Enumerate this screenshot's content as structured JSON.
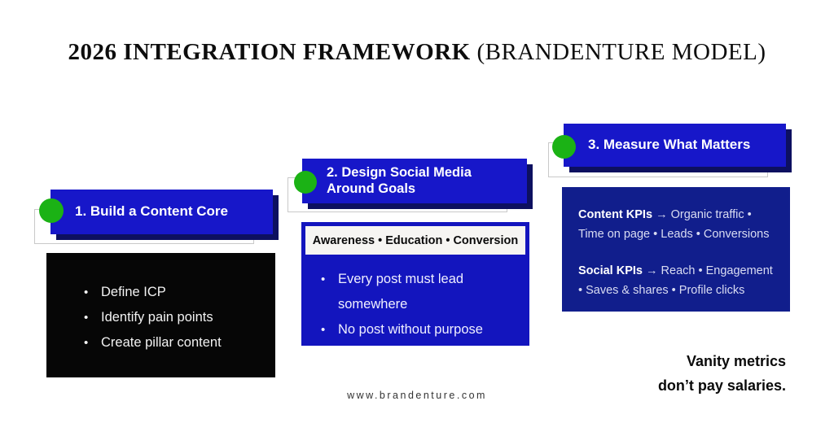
{
  "title": {
    "bold": "2026 INTEGRATION FRAMEWORK",
    "regular": "(BRANDENTURE MODEL)"
  },
  "colors": {
    "header_blue": "#1717c9",
    "content_blue": "#1315be",
    "kpi_navy": "#111e8c",
    "shadow_navy": "#0d1060",
    "accent_green": "#1bb215",
    "black_box": "#060606"
  },
  "steps": [
    {
      "header": "1. Build a Content Core",
      "bullets": [
        "Define ICP",
        "Identify pain points",
        "Create pillar content"
      ]
    },
    {
      "header": "2. Design Social Media Around Goals",
      "funnel_labels": "Awareness •  Education • Conversion",
      "bullets": [
        "Every post must lead somewhere",
        "No post without purpose"
      ]
    },
    {
      "header": "3. Measure What Matters",
      "kpi_groups": [
        {
          "label": "Content KPIs",
          "arrow": "→",
          "items": "Organic traffic • Time on page • Leads • Conversions"
        },
        {
          "label": "Social KPIs",
          "arrow": "→",
          "items": "Reach • Engagement • Saves & shares • Profile clicks"
        }
      ]
    }
  ],
  "tagline": {
    "line1": "Vanity metrics",
    "line2": "don’t pay salaries."
  },
  "footer": {
    "website": "www.brandenture.com"
  }
}
